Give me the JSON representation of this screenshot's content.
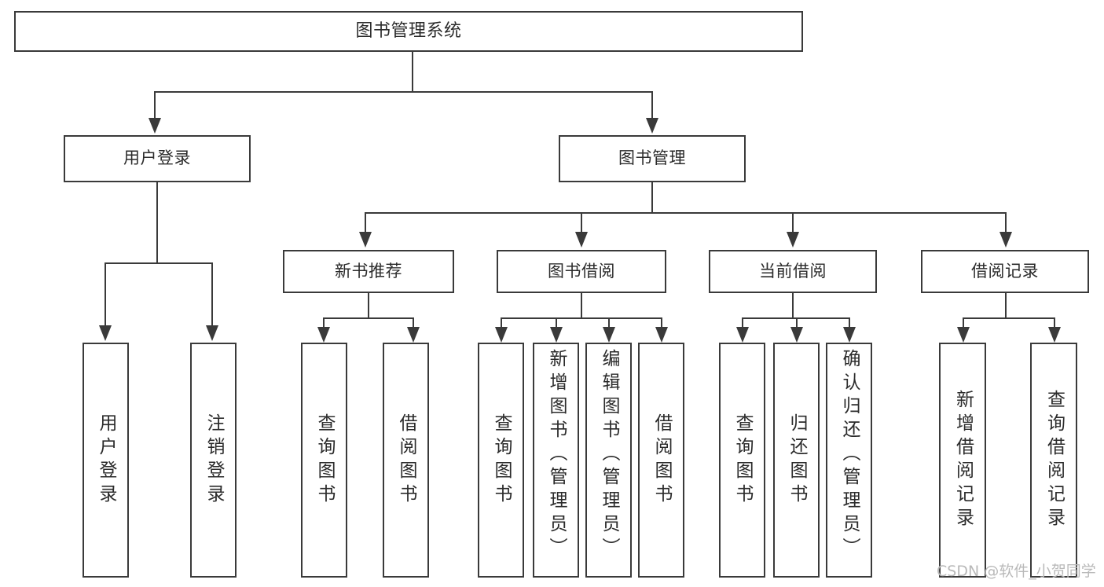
{
  "diagram": {
    "title": "图书管理系统",
    "type": "tree-hierarchy-chart",
    "root": {
      "label": "图书管理系统"
    },
    "level1": [
      {
        "label": "用户登录"
      },
      {
        "label": "图书管理"
      }
    ],
    "level2": [
      {
        "label": "新书推荐"
      },
      {
        "label": "图书借阅"
      },
      {
        "label": "当前借阅"
      },
      {
        "label": "借阅记录"
      }
    ],
    "leaves": {
      "user_login": [
        {
          "label": "用户登录"
        },
        {
          "label": "注销登录"
        }
      ],
      "new_book_recommend": [
        {
          "label": "查询图书"
        },
        {
          "label": "借阅图书"
        }
      ],
      "book_borrow": [
        {
          "label": "查询图书"
        },
        {
          "label": "新增图书（管理员）"
        },
        {
          "label": "编辑图书（管理员）"
        },
        {
          "label": "借阅图书"
        }
      ],
      "current_borrow": [
        {
          "label": "查询图书"
        },
        {
          "label": "归还图书"
        },
        {
          "label": "确认归还（管理员）"
        }
      ],
      "borrow_record": [
        {
          "label": "新增借阅记录"
        },
        {
          "label": "查询借阅记录"
        }
      ]
    }
  },
  "watermark": {
    "text": "CSDN @软件_小贺同学"
  },
  "colors": {
    "stroke": "#3a3a3a",
    "background": "#ffffff",
    "text": "#2b2b2b",
    "watermark": "#b9b9b9"
  }
}
